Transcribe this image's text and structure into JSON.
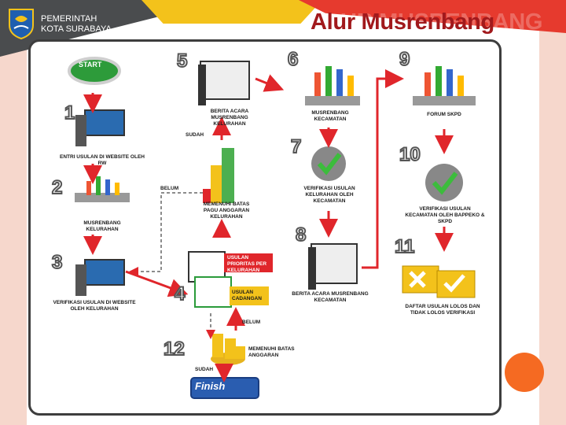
{
  "header": {
    "org_line1": "PEMERINTAH",
    "org_line2": "KOTA SURABAYA",
    "title": "Alur Musrenbang",
    "title_ghost": "ALUR MUSRENBANG"
  },
  "steps": {
    "start_label": "START",
    "n1": "1",
    "n2": "2",
    "n3": "3",
    "n4": "4",
    "n5": "5",
    "n6": "6",
    "n7": "7",
    "n8": "8",
    "n9": "9",
    "n10": "10",
    "n11": "11",
    "n12": "12",
    "entri": "ENTRI USULAN DI WEBSITE OLEH RW",
    "musrenbang_kel": "MUSRENBANG KELURAHAN",
    "verifikasi_web": "VERIFIKASI USULAN DI WEBSITE OLEH KELURAHAN",
    "usulan_prioritas": "USULAN PRIORITAS PER KELURAHAN",
    "usulan_cadangan": "USULAN CADANGAN",
    "berita_acara_kel": "BERITA ACARA MUSRENBANG KELURAHAN",
    "memenuhi_pagu": "MEMENUHI BATAS PAGU ANGGARAN KELURAHAN",
    "musrenbang_kec": "MUSRENBANG KECAMATAN",
    "verifikasi_kec": "VERIFIKASI USULAN KELURAHAN OLEH KECAMATAN",
    "berita_acara_kec": "BERITA ACARA MUSRENBANG KECAMATAN",
    "forum_skpd": "FORUM SKPD",
    "verifikasi_bappeko": "VERIFIKASI USULAN KECAMATAN OLEH BAPPEKO & SKPD",
    "daftar_usulan": "DAFTAR USULAN LOLOS DAN TIDAK LOLOS VERIFIKASI",
    "memenuhi_batas": "MEMENUHI BATAS ANGGARAN",
    "sudah_1": "SUDAH",
    "belum_1": "BELUM",
    "belum_2": "BELUM",
    "sudah_2": "SUDAH",
    "finish": "Finish"
  }
}
